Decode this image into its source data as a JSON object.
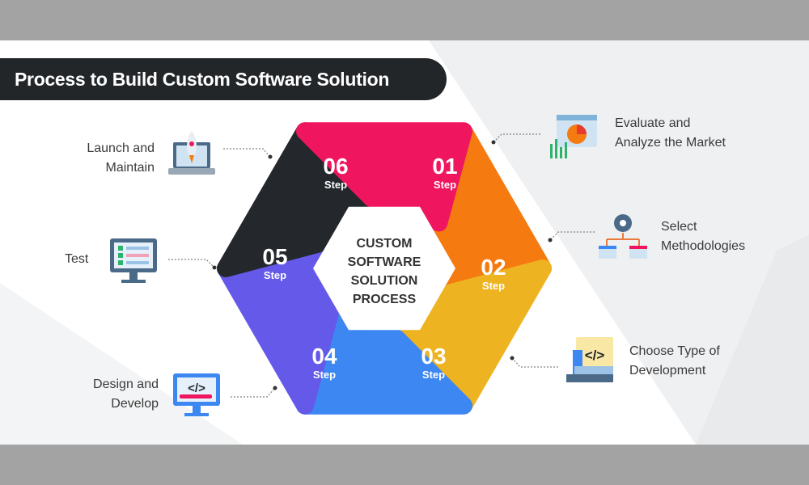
{
  "title": "Process to Build Custom Software Solution",
  "center": [
    "CUSTOM",
    "SOFTWARE",
    "SOLUTION",
    "PROCESS"
  ],
  "step_word": "Step",
  "steps": [
    {
      "num": "01",
      "label": [
        "Evaluate and",
        "Analyze the Market"
      ],
      "color": "#f57a10",
      "icon": "market-chart-icon"
    },
    {
      "num": "02",
      "label": [
        "Select",
        "Methodologies"
      ],
      "color": "#eeb321",
      "icon": "gear-flowchart-icon"
    },
    {
      "num": "03",
      "label": [
        "Choose Type of",
        "Development"
      ],
      "color": "#3d87f2",
      "icon": "code-window-icon"
    },
    {
      "num": "04",
      "label": [
        "Design and",
        "Develop"
      ],
      "color": "#6459e9",
      "icon": "monitor-code-icon"
    },
    {
      "num": "05",
      "label": [
        "Test"
      ],
      "color": "#24272b",
      "icon": "monitor-checklist-icon"
    },
    {
      "num": "06",
      "label": [
        "Launch and",
        "Maintain"
      ],
      "color": "#f0155f",
      "icon": "rocket-laptop-icon"
    }
  ]
}
